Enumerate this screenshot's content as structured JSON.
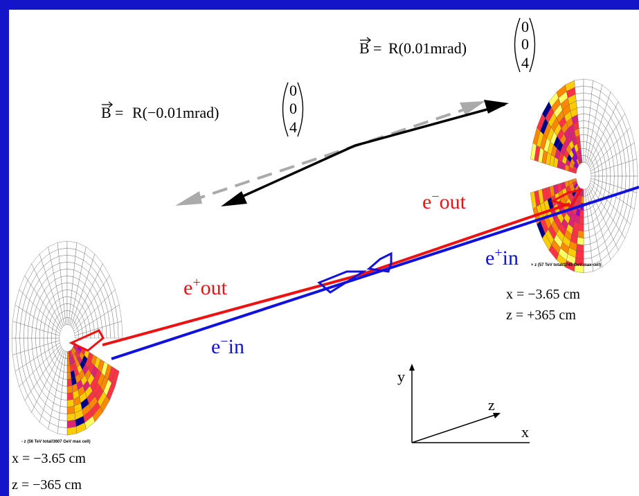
{
  "equations": {
    "upper": {
      "lhs": "B",
      "rhs": "R(0.01mrad)",
      "vector": [
        "0",
        "0",
        "4"
      ]
    },
    "lower": {
      "lhs": "B",
      "rhs": "R(−0.01mrad)",
      "vector": [
        "0",
        "0",
        "4"
      ]
    }
  },
  "beam_labels": {
    "e_minus_out": {
      "base": "e",
      "sup": "−",
      "text": "out"
    },
    "e_plus_in": {
      "base": "e",
      "sup": "+",
      "text": "in"
    },
    "e_plus_out": {
      "base": "e",
      "sup": "+",
      "text": "out"
    },
    "e_minus_in": {
      "base": "e",
      "sup": "−",
      "text": "in"
    }
  },
  "detectors": {
    "left": {
      "caption": "- z (56 TeV total/3607 GeV max cell)",
      "x": "x = −3.65 cm",
      "z": "z = −365 cm"
    },
    "right": {
      "caption": "+ z (57 TeV total/3745 GeV max cell)",
      "x": "x = −3.65 cm",
      "z": "z = +365 cm"
    }
  },
  "axes": {
    "x": "x",
    "y": "y",
    "z": "z"
  },
  "colors": {
    "red": "#ee1111",
    "blue": "#1111dd",
    "gray": "#aaaaaa",
    "frame": "#1414c8"
  }
}
